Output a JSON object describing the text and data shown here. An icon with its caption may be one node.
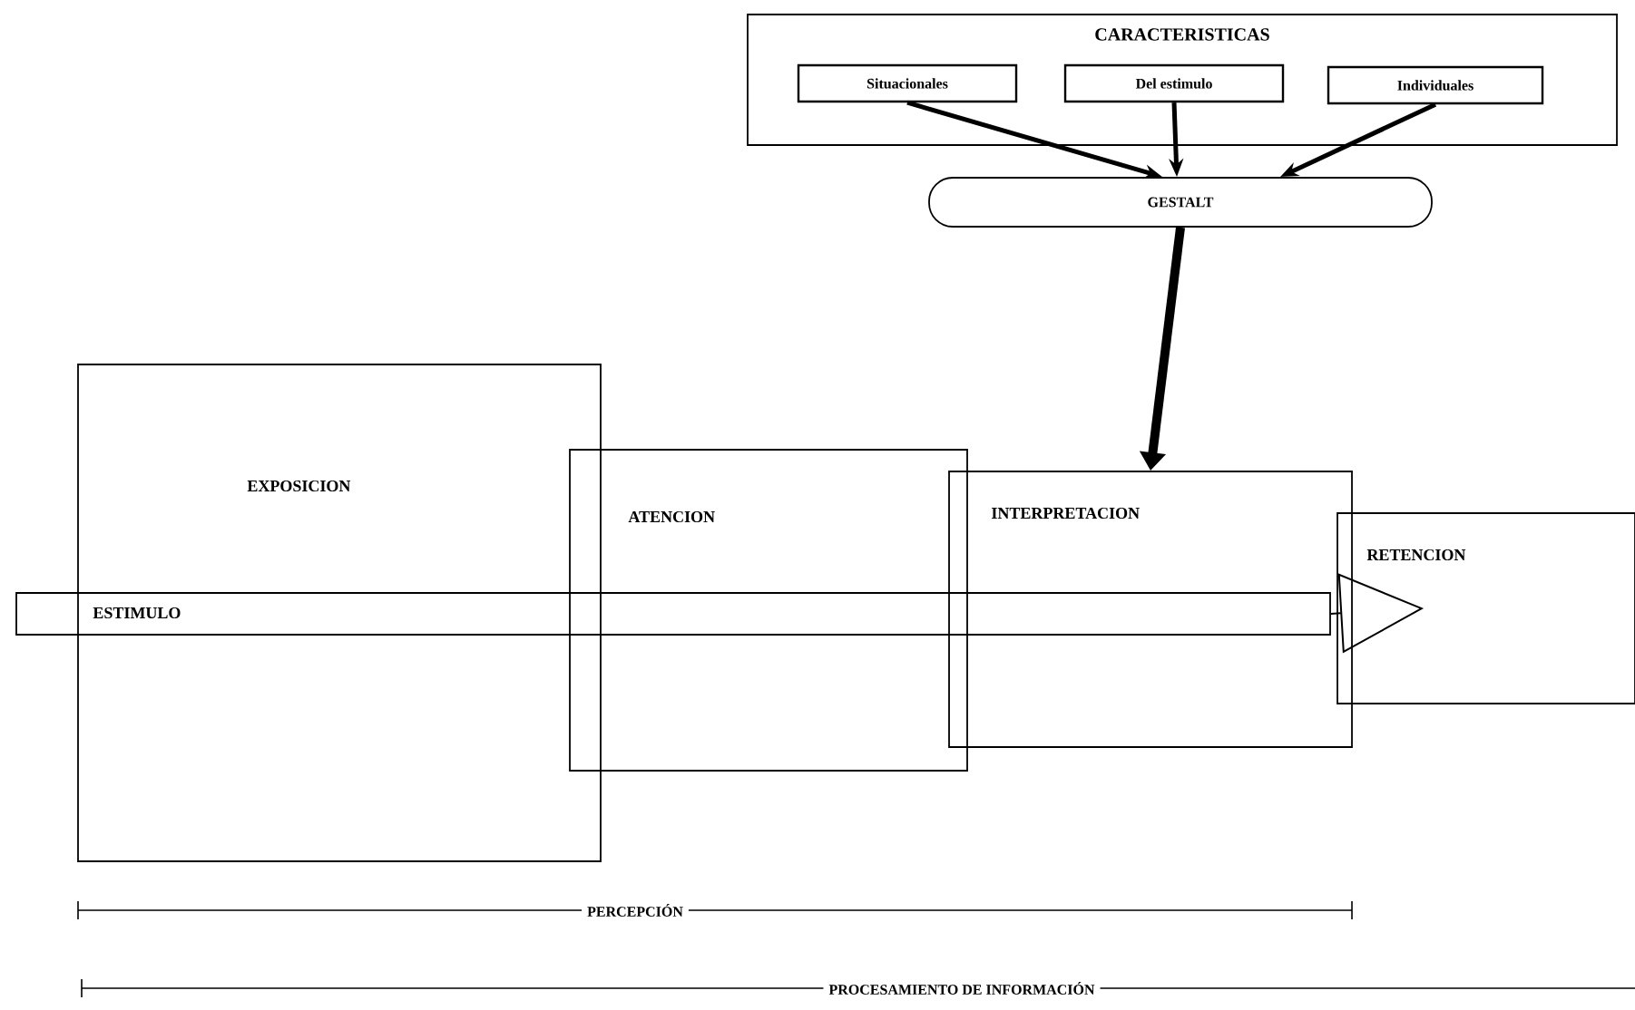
{
  "diagram": {
    "nodes": [
      {
        "text": [
          "CARACTERISTICAS"
        ]
      },
      {
        "text": [
          "Situacionales"
        ],
        "in": 0
      },
      {
        "text": [
          "Del estimulo"
        ],
        "in": 0
      },
      {
        "text": [
          "Individuales"
        ],
        "in": 0
      },
      {
        "text": [
          "GESTALT"
        ]
      },
      {
        "text": [
          "EXPOSICION"
        ]
      },
      {
        "text": [
          "ATENCION"
        ]
      },
      {
        "text": [
          "INTERPRETACION"
        ]
      },
      {
        "text": [
          "RETENCION"
        ]
      },
      {
        "text": [
          "ESTIMULO"
        ]
      }
    ],
    "edges": [
      {
        "from": 1,
        "to": 4,
        "arrow": "to"
      },
      {
        "from": 2,
        "to": 4,
        "arrow": "to"
      },
      {
        "from": 3,
        "to": 4,
        "arrow": "to"
      },
      {
        "from": 4,
        "to": 7,
        "arrow": "to",
        "style": "thick"
      },
      {
        "from": 9,
        "to": 8,
        "arrow": "to"
      }
    ],
    "labels": [
      "PERCEPCIÓN",
      "PROCESAMIENTO DE INFORMACIÓN"
    ]
  }
}
